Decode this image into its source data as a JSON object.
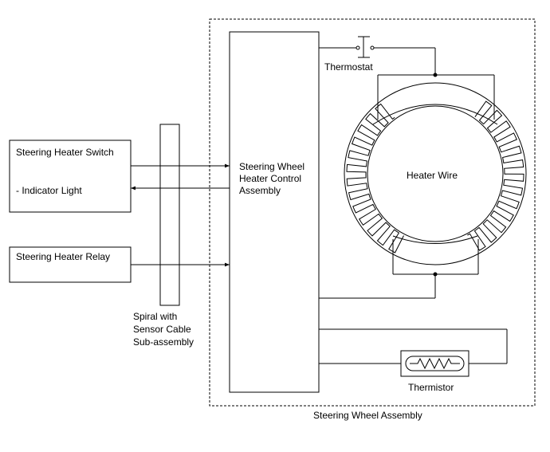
{
  "labels": {
    "switch_title": "Steering Heater Switch",
    "switch_indicator": "- Indicator Light",
    "relay": "Steering Heater Relay",
    "spiral_line1": "Spiral with",
    "spiral_line2": "Sensor Cable",
    "spiral_line3": "Sub-assembly",
    "control_line1": "Steering Wheel",
    "control_line2": "Heater Control",
    "control_line3": "Assembly",
    "thermostat": "Thermostat",
    "heater_wire": "Heater Wire",
    "thermistor": "Thermistor",
    "wheel_assembly": "Steering Wheel Assembly"
  }
}
